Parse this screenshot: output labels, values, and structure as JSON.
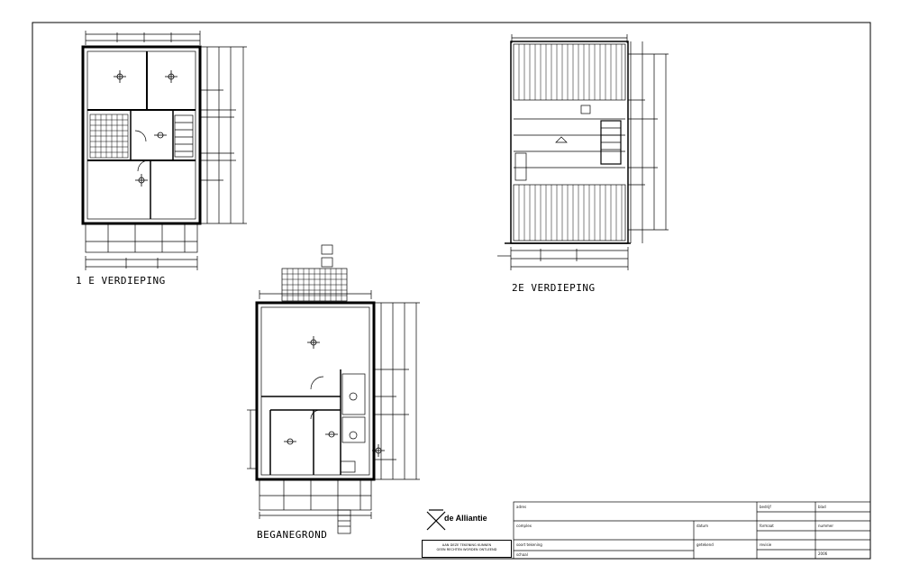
{
  "sheet": {
    "labels": {
      "first_floor": "1 E VERDIEPING",
      "second_floor": "2E VERDIEPING",
      "ground_floor": "BEGANEGROND"
    },
    "logo": {
      "name": "de Alliantie"
    },
    "stamp": {
      "line1": "AAN DEZE TEKENING KUNNEN",
      "line2": "GEEN RECHTEN WORDEN ONTLEEND"
    },
    "titleblock": {
      "project": "adres",
      "complex": "complex",
      "drawing_type": "soort tekening",
      "scale": "schaal",
      "date": "datum",
      "drawn_by": "getekend",
      "company": "bedrijf",
      "format": "formaat",
      "revision": "revisie",
      "sheet": "blad",
      "number": "nummer",
      "date_value": "2006"
    }
  }
}
